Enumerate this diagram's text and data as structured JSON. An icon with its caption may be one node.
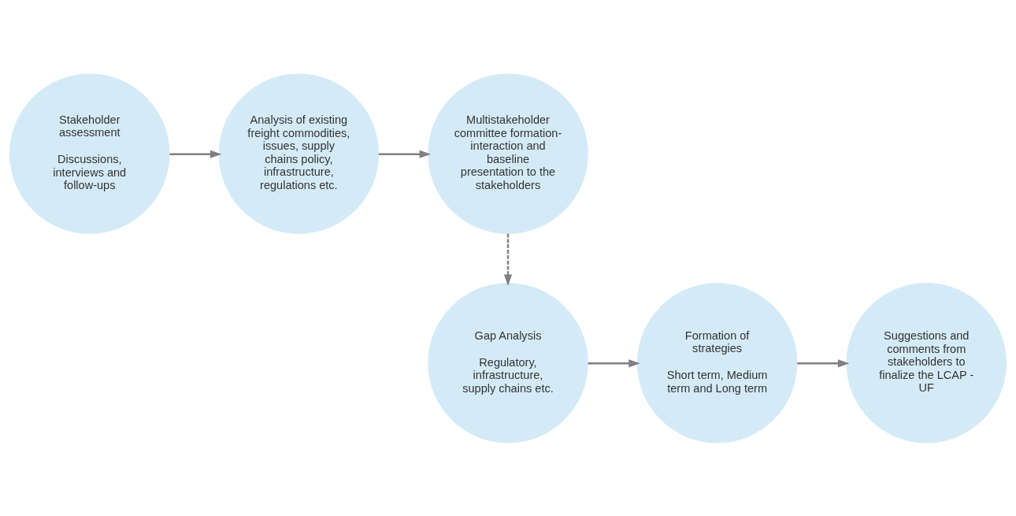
{
  "diagram": {
    "nodes": [
      {
        "text": [
          "Stakeholder assessment",
          "Discussions, interviews and follow-ups"
        ]
      },
      {
        "text": [
          "Analysis of existing freight commodities, issues, supply chains policy, infrastructure, regulations etc."
        ]
      },
      {
        "text": [
          "Multistakeholder committee formation-interaction and baseline presentation to the stakeholders"
        ]
      },
      {
        "text": [
          "Gap Analysis",
          "Regulatory, infrastructure, supply chains etc."
        ]
      },
      {
        "text": [
          "Formation of strategies",
          "Short term, Medium term and Long term"
        ]
      },
      {
        "text": [
          "Suggestions and comments from stakeholders to finalize the LCAP - UF"
        ]
      }
    ],
    "edges": [
      {
        "from": 0,
        "to": 1,
        "arrow": "to"
      },
      {
        "from": 1,
        "to": 2,
        "arrow": "to"
      },
      {
        "from": 2,
        "to": 3,
        "arrow": "to",
        "style": "dashed"
      },
      {
        "from": 3,
        "to": 4,
        "arrow": "to"
      },
      {
        "from": 4,
        "to": 5,
        "arrow": "to"
      }
    ]
  }
}
